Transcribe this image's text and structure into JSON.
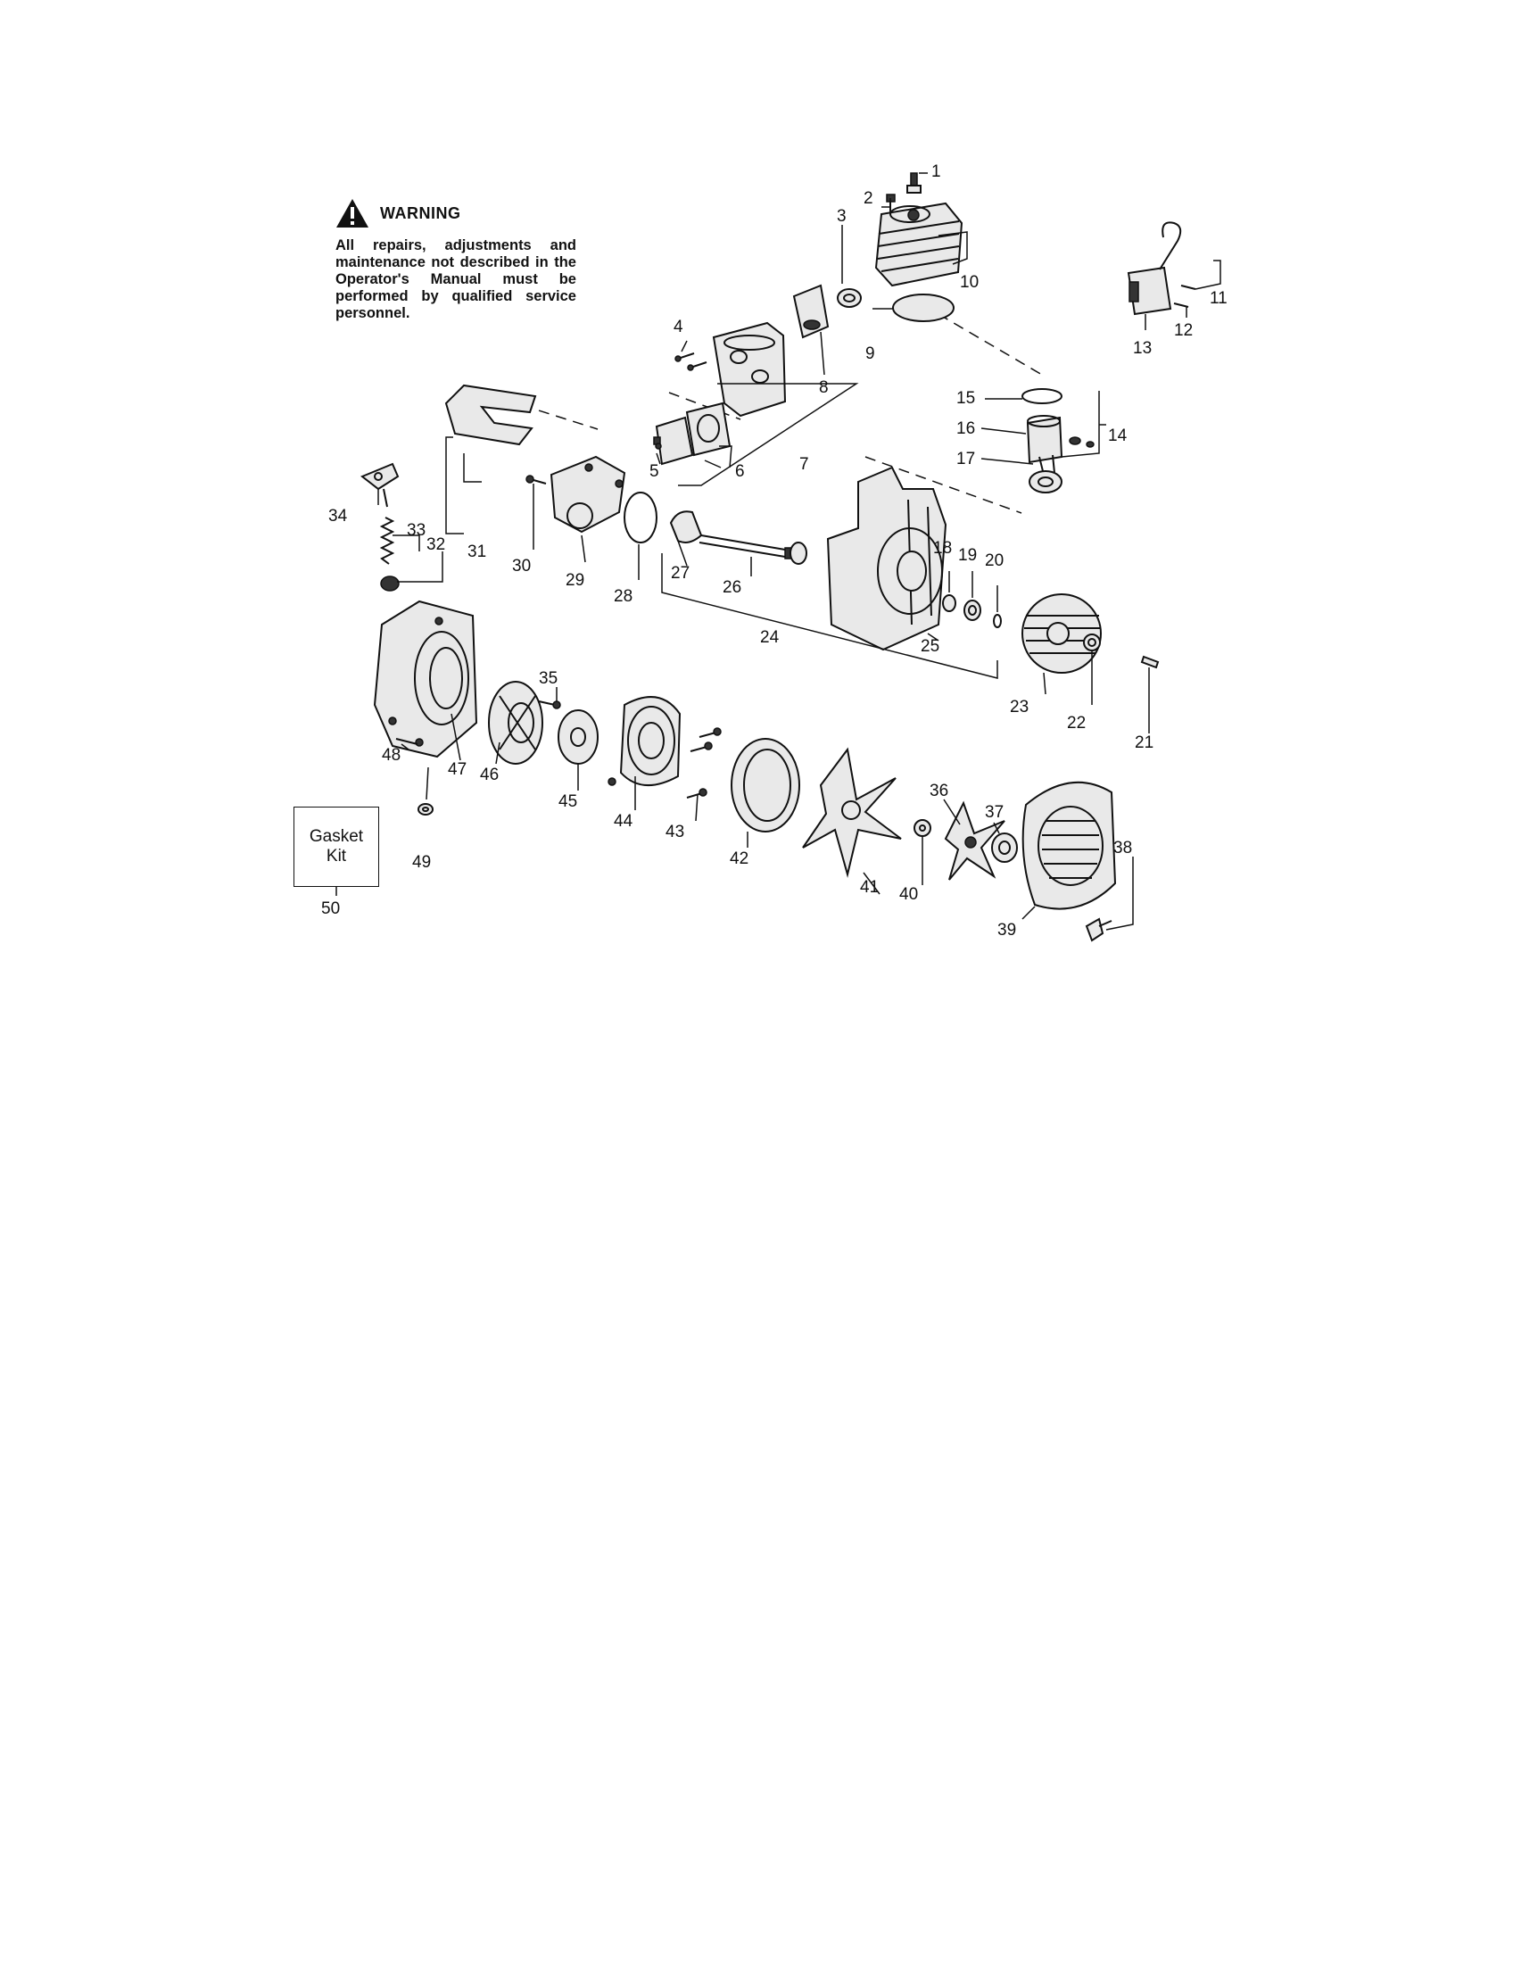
{
  "warning": {
    "title": "WARNING",
    "text": "All repairs, adjustments and maintenance not described in the Operator's Manual must be performed by qualified service personnel."
  },
  "gasket_kit": {
    "line1": "Gasket",
    "line2": "Kit",
    "number": "50"
  },
  "callouts": [
    "1",
    "2",
    "3",
    "4",
    "5",
    "6",
    "7",
    "8",
    "9",
    "10",
    "11",
    "12",
    "13",
    "14",
    "15",
    "16",
    "17",
    "18",
    "19",
    "20",
    "21",
    "22",
    "23",
    "24",
    "25",
    "26",
    "27",
    "28",
    "29",
    "30",
    "31",
    "32",
    "33",
    "34",
    "35",
    "36",
    "37",
    "38",
    "39",
    "40",
    "41",
    "42",
    "43",
    "44",
    "45",
    "46",
    "47",
    "48",
    "49"
  ]
}
